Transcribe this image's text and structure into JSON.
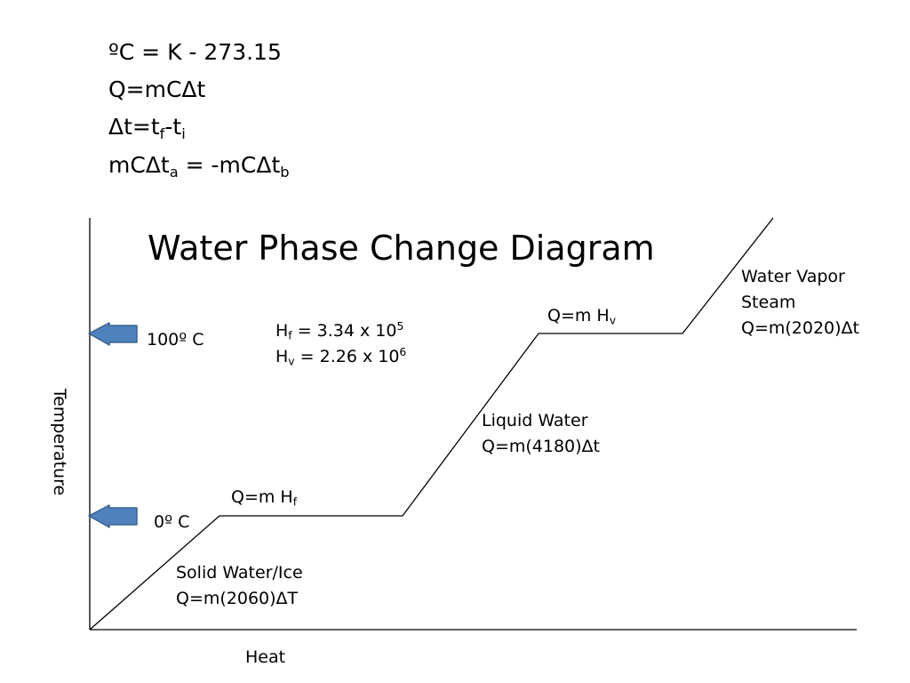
{
  "formulas": {
    "line1": "ºC = K - 273.15",
    "line2": "Q=mCΔt",
    "line3": {
      "a": "Δt=t",
      "sub1": "f",
      "b": "-t",
      "sub2": "i"
    },
    "line4": {
      "a": "mCΔt",
      "sub1": "a",
      "b": " = -mCΔt",
      "sub2": "b"
    }
  },
  "title": "Water Phase Change Diagram",
  "axes": {
    "x_label": "Heat",
    "y_label": "Temperature"
  },
  "markers": {
    "boil": "100º C",
    "freeze": "0º C",
    "arrow_color": "#4f81bd"
  },
  "constants": {
    "hf": {
      "a": "H",
      "sub": "f",
      "b": " = 3.34 x 10",
      "sup": "5"
    },
    "hv": {
      "a": "H",
      "sub": "v",
      "b": " = 2.26 x 10",
      "sup": "6"
    }
  },
  "segments": {
    "solid": {
      "name": "Solid Water/Ice",
      "eq": "Q=m(2060)ΔT"
    },
    "melting": {
      "a": "Q=m H",
      "sub": "f"
    },
    "liquid": {
      "name": "Liquid Water",
      "eq": "Q=m(4180)Δt"
    },
    "boiling": {
      "a": "Q=m H",
      "sub": "v"
    },
    "vapor": {
      "name1": "Water Vapor",
      "name2": "Steam",
      "eq": "Q=m(2020)Δt"
    }
  }
}
